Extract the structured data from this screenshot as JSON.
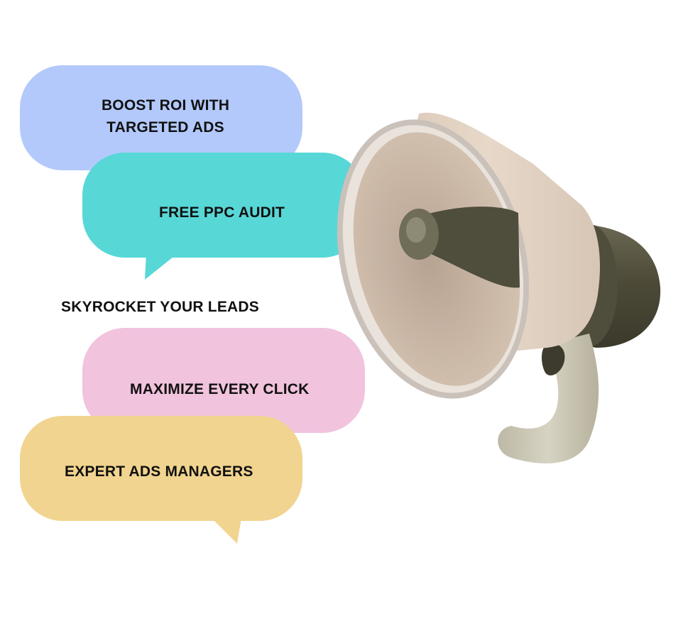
{
  "bubbles": [
    {
      "id": "boost",
      "lines": [
        "BOOST ROI WITH",
        "TARGETED ADS"
      ],
      "color": "#b3c9fb"
    },
    {
      "id": "audit",
      "lines": [
        "FREE PPC AUDIT"
      ],
      "color": "#58d7d7"
    },
    {
      "id": "skyrocket",
      "lines": [
        "SKYROCKET YOUR LEADS"
      ],
      "color": "#ffffff"
    },
    {
      "id": "maximize",
      "lines": [
        "MAXIMIZE EVERY CLICK"
      ],
      "color": "#f1c3dd"
    },
    {
      "id": "expert",
      "lines": [
        "EXPERT ADS MANAGERS"
      ],
      "color": "#f1d48f"
    }
  ],
  "illustration": {
    "icon": "megaphone-icon",
    "colors": {
      "bell": "#e4d4c5",
      "bell_inner": "#cfbcab",
      "rim": "#c9c1ba",
      "body": "#54523f",
      "handle": "#cdc9b8"
    }
  }
}
